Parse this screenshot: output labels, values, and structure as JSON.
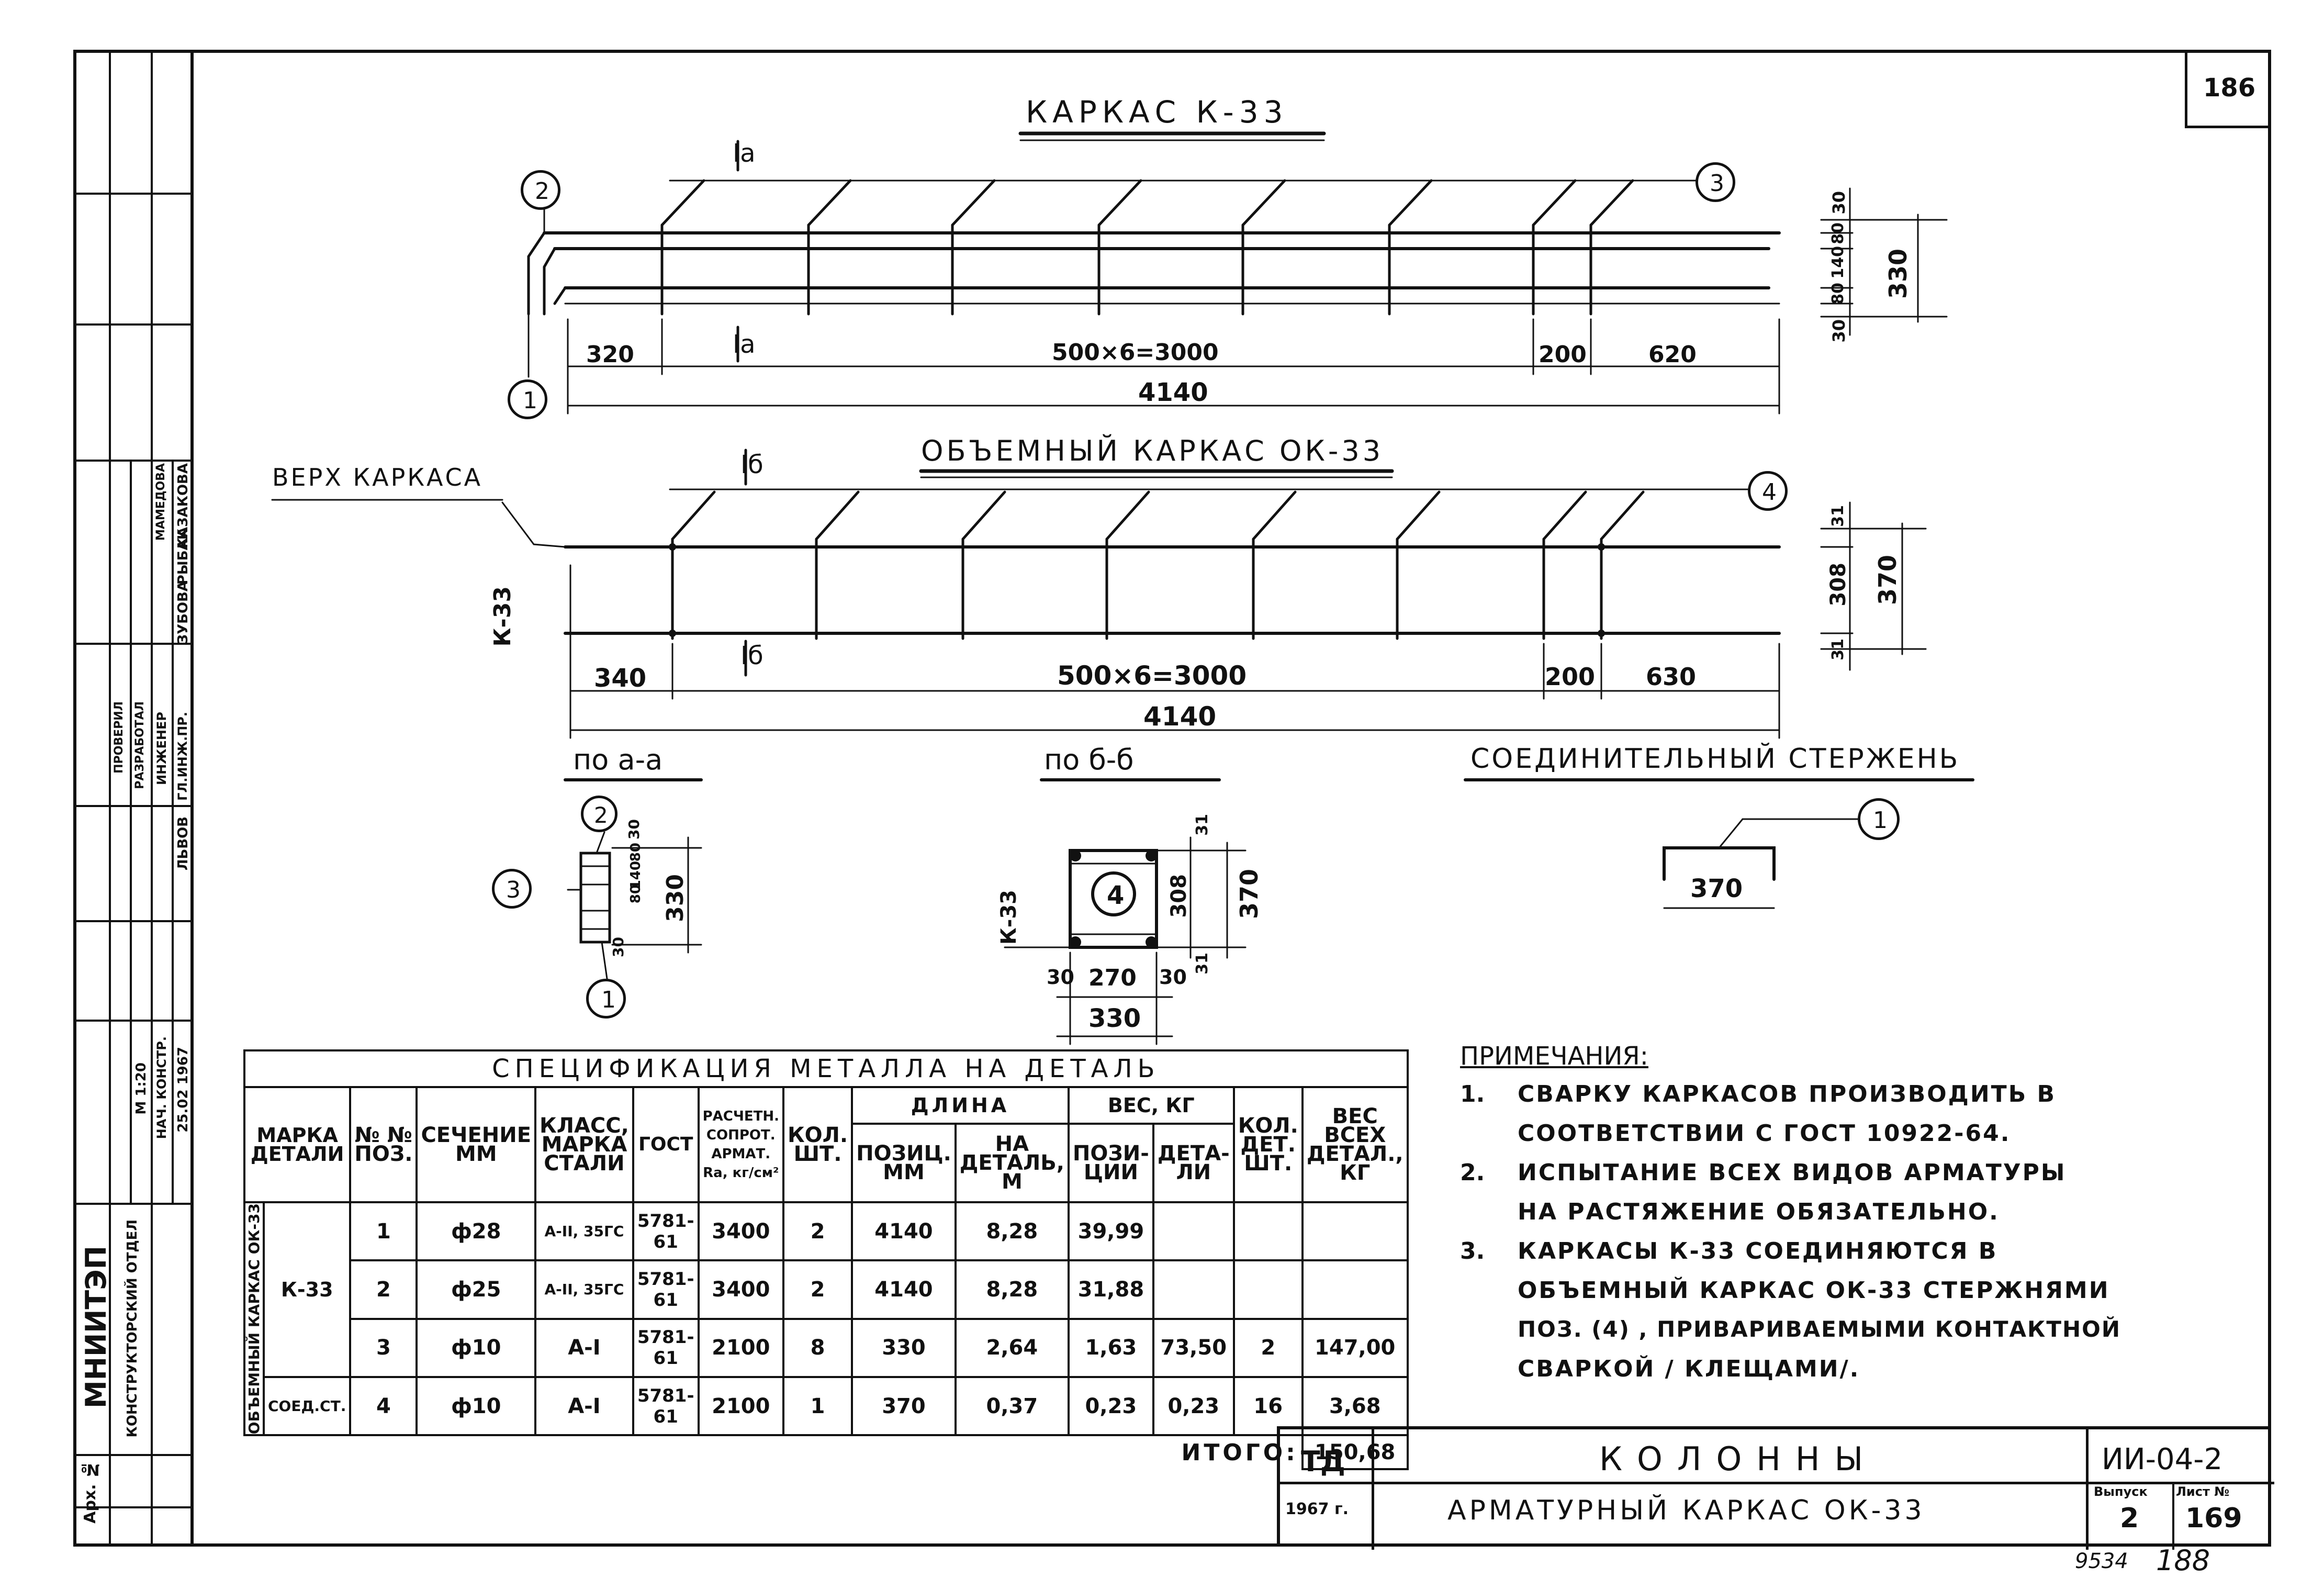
{
  "sheet": {
    "page_number": "186",
    "bottom_number_a": "9534",
    "bottom_number_b": "188"
  },
  "left_stamp": {
    "rows_top": [
      "КАЗАКОВА",
      "РЫБАК",
      "ЗУБОВА",
      "МАМЕДОВА"
    ],
    "roles": [
      "ЛЬВОВ",
      "ГЛ.ИНЖ.ПР.",
      "ИНЖЕНЕР",
      "РАЗРАБОТАЛ",
      "ПРОВЕРИЛ"
    ],
    "cells": [
      "25.02 1967",
      "НАЧ. КОНСТР.",
      "М 1:20",
      "МНИИТЭП",
      "КОНСТРУКТОРСКИЙ ОТДЕЛ",
      "Арх. №"
    ]
  },
  "drawing1": {
    "title": "КАРКАС  К-33",
    "section_mark": "Iа",
    "dims": [
      "320",
      "500×6=3000",
      "200",
      "620",
      "4140"
    ],
    "right_dims": [
      "30",
      "80",
      "140",
      "80",
      "30",
      "330"
    ],
    "callouts": [
      "1",
      "2",
      "3"
    ]
  },
  "drawing2": {
    "title": "ОБЪЕМНЫЙ  КАРКАС  ОК-33",
    "label_top": "ВЕРХ  КАРКАСА",
    "label_side": "К-33",
    "section_mark": "Iб",
    "dims": [
      "340",
      "500×6=3000",
      "200",
      "630",
      "4140"
    ],
    "right_dims": [
      "31",
      "308",
      "31",
      "370"
    ],
    "callouts": [
      "4"
    ]
  },
  "section_aa": {
    "title": "по  а-а",
    "callouts": [
      "2",
      "3",
      "1"
    ],
    "dims": [
      "30",
      "80",
      "140",
      "80",
      "30",
      "330"
    ]
  },
  "section_bb": {
    "title": "по  б-б",
    "side_label": "К-33",
    "callouts": [
      "4"
    ],
    "dims": [
      "31",
      "308",
      "31",
      "370",
      "30",
      "270",
      "30",
      "330"
    ]
  },
  "connector": {
    "title": "СОЕДИНИТЕЛЬНЫЙ  СТЕРЖЕНЬ",
    "callout": "1",
    "dim": "370"
  },
  "spec_table": {
    "title": "СПЕЦИФИКАЦИЯ  МЕТАЛЛА  НА  ДЕТАЛЬ",
    "headers": {
      "marka": "МАРКА ДЕТАЛИ",
      "pos": "№ № ПОЗ.",
      "section": "СЕЧЕНИЕ ММ",
      "klass": "КЛАСС, МАРКА СТАЛИ",
      "gost": "ГОСТ",
      "resist": "РАСЧЕТН. СОПРОТ. АРМАТ. Ra, кг/см²",
      "qty": "КОЛ. ШТ.",
      "length": "ДЛИНА",
      "len_pos": "ПОЗИЦ. ММ",
      "len_det": "НА ДЕТАЛЬ, М",
      "weight": "ВЕС, КГ",
      "w_pos": "ПОЗИ- ЦИИ",
      "w_det": "ДЕТА- ЛИ",
      "det_qty": "КОЛ. ДЕТ. ШТ.",
      "total": "ВЕС ВСЕХ ДЕТАЛ., КГ"
    },
    "group_label": "ОБЪЕМНЫЙ КАРКАС ОК-33",
    "sub_k33": "К-33",
    "sub_conn": "СОЕД.СТ.",
    "rows": [
      {
        "pos": "1",
        "section": "ф28",
        "klass": "А-II, 35ГС",
        "gost": "5781-61",
        "resist": "3400",
        "qty": "2",
        "len_pos": "4140",
        "len_det": "8,28",
        "w_pos": "39,99",
        "w_det": "",
        "det_qty": "",
        "total": ""
      },
      {
        "pos": "2",
        "section": "ф25",
        "klass": "А-II, 35ГС",
        "gost": "5781-61",
        "resist": "3400",
        "qty": "2",
        "len_pos": "4140",
        "len_det": "8,28",
        "w_pos": "31,88",
        "w_det": "",
        "det_qty": "",
        "total": ""
      },
      {
        "pos": "3",
        "section": "ф10",
        "klass": "А-I",
        "gost": "5781-61",
        "resist": "2100",
        "qty": "8",
        "len_pos": "330",
        "len_det": "2,64",
        "w_pos": "1,63",
        "w_det": "73,50",
        "det_qty": "2",
        "total": "147,00"
      },
      {
        "pos": "4",
        "section": "ф10",
        "klass": "А-I",
        "gost": "5781-61",
        "resist": "2100",
        "qty": "1",
        "len_pos": "370",
        "len_det": "0,37",
        "w_pos": "0,23",
        "w_det": "0,23",
        "det_qty": "16",
        "total": "3,68"
      }
    ],
    "itogo_label": "ИТОГО:",
    "itogo_value": "150,68"
  },
  "notes": {
    "title": "ПРИМЕЧАНИЯ:",
    "items": [
      {
        "num": "1.",
        "lines": [
          "СВАРКУ  КАРКАСОВ  ПРОИЗВОДИТЬ  В",
          "СООТВЕТСТВИИ  С  ГОСТ  10922-64."
        ]
      },
      {
        "num": "2.",
        "lines": [
          "ИСПЫТАНИЕ  ВСЕХ  ВИДОВ  АРМАТУРЫ",
          "НА  РАСТЯЖЕНИЕ  ОБЯЗАТЕЛЬНО."
        ]
      },
      {
        "num": "3.",
        "lines": [
          "КАРКАСЫ  К-33  СОЕДИНЯЮТСЯ  В",
          "ОБЪЕМНЫЙ  КАРКАС  ОК-33  СТЕРЖНЯМИ",
          "ПОЗ. (4) , ПРИВАРИВАЕМЫМИ  КОНТАКТНОЙ",
          "СВАРКОЙ  / КЛЕЩАМИ/."
        ]
      }
    ]
  },
  "title_block": {
    "org": "ТД",
    "year": "1967 г.",
    "name": "КОЛОННЫ",
    "subtitle": "АРМАТУРНЫЙ  КАРКАС  ОК-33",
    "code": "ИИ-04-2",
    "issue_label": "Выпуск",
    "issue": "2",
    "sheet_label": "Лист №",
    "sheet": "169"
  }
}
